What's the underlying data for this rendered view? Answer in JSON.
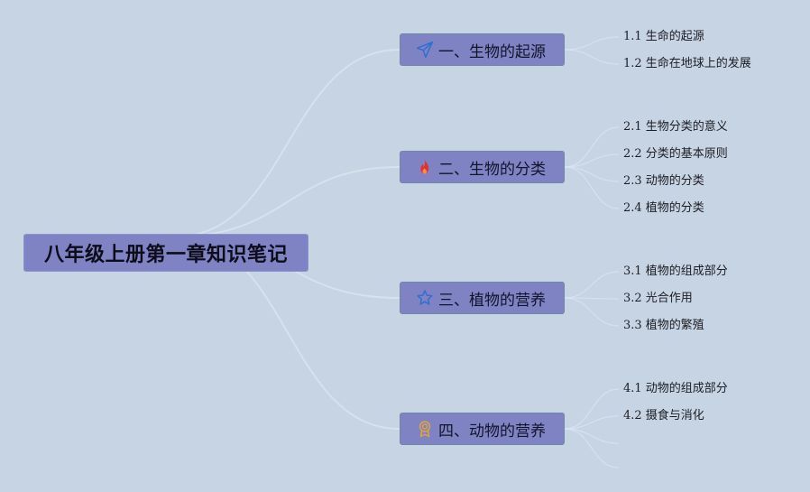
{
  "root": {
    "label": "八年级上册第一章知识笔记"
  },
  "branches": [
    {
      "label": "一、生物的起源",
      "icon": "paper-plane-icon",
      "icon_color": "#2f6fd0",
      "children": [
        "1.1 生命的起源",
        "1.2 生命在地球上的发展"
      ]
    },
    {
      "label": "二、生物的分类",
      "icon": "fire-icon",
      "icon_color": "#e0342a",
      "children": [
        "2.1 生物分类的意义",
        "2.2 分类的基本原则",
        "2.3 动物的分类",
        "2.4 植物的分类"
      ]
    },
    {
      "label": "三、植物的营养",
      "icon": "star-icon",
      "icon_color": "#2f6fd0",
      "children": [
        "3.1 植物的组成部分",
        "3.2 光合作用",
        "3.3 植物的繁殖"
      ]
    },
    {
      "label": "四、动物的营养",
      "icon": "award-badge-icon",
      "icon_color": "#e0a43a",
      "children": [
        "4.1 动物的组成部分",
        "4.2 摄食与消化"
      ]
    }
  ],
  "colors": {
    "background": "#c6d4e3",
    "node_fill": "#7f83c4",
    "connector": "#dde6ef"
  }
}
